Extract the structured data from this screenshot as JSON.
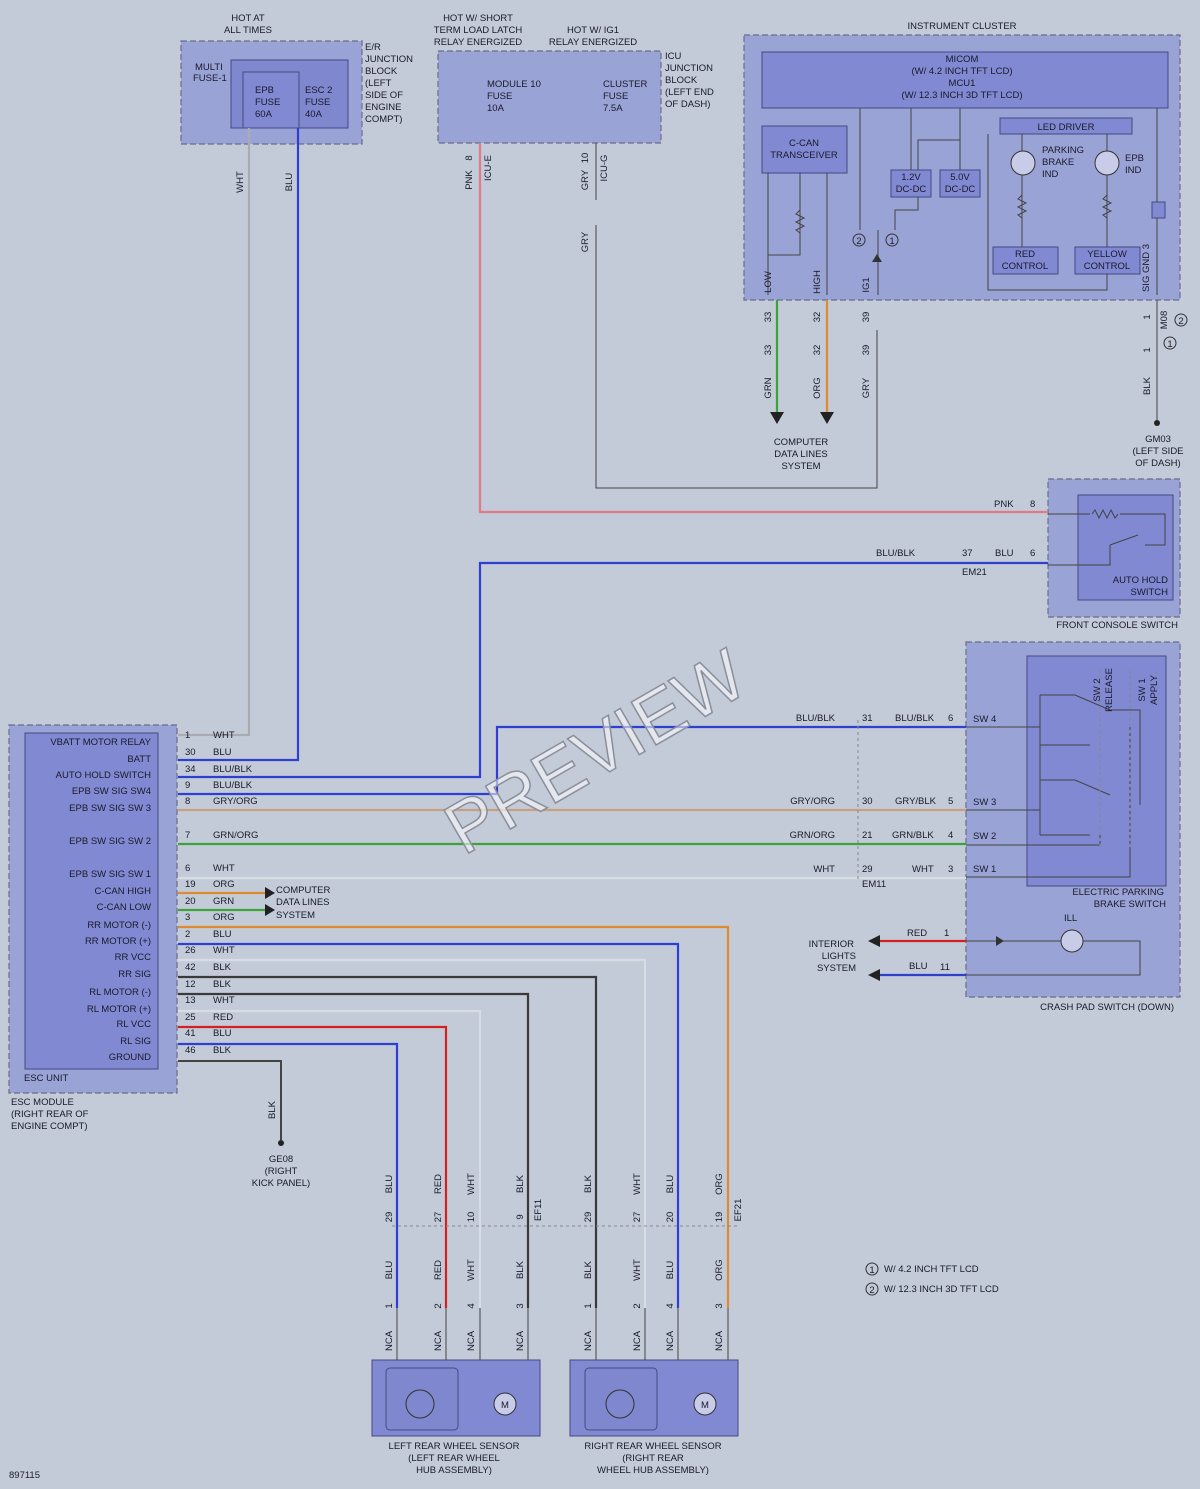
{
  "colors": {
    "background": "#c3cbd8",
    "blue": "#2f3fd0",
    "pink": "#e07a88",
    "gray": "#a8acb0",
    "green": "#3aa33a",
    "orange": "#e08a30",
    "red": "#d42020",
    "black": "#3a3a3a",
    "white": "#d8dde4"
  },
  "header": {
    "hot_at_all_times": [
      "HOT AT",
      "ALL TIMES"
    ],
    "hot_short_term": [
      "HOT W/ SHORT",
      "TERM LOAD LATCH",
      "RELAY ENERGIZED"
    ],
    "hot_ig1": [
      "HOT W/ IG1",
      "RELAY ENERGIZED"
    ]
  },
  "er_block": {
    "label": [
      "E/R",
      "JUNCTION",
      "BLOCK",
      "(LEFT",
      "SIDE OF",
      "ENGINE",
      "COMPT)"
    ],
    "multi_fuse": [
      "MULTI",
      "FUSE-1"
    ],
    "epb_fuse": [
      "EPB",
      "FUSE",
      "60A"
    ],
    "esc2_fuse": [
      "ESC 2",
      "FUSE",
      "40A"
    ],
    "wire_wht": "WHT",
    "wire_blu": "BLU"
  },
  "icu_block": {
    "label": [
      "ICU",
      "JUNCTION",
      "BLOCK",
      "(LEFT END",
      "OF DASH)"
    ],
    "module10": [
      "MODULE 10",
      "FUSE",
      "10A"
    ],
    "cluster": [
      "CLUSTER",
      "FUSE",
      "7.5A"
    ],
    "pnk": "PNK",
    "pin8": "8",
    "icue": "ICU-E",
    "gry": "GRY",
    "pin10": "10",
    "icug": "ICU-G",
    "gry2": "GRY"
  },
  "cluster": {
    "title": "INSTRUMENT CLUSTER",
    "micom": [
      "MICOM",
      "(W/ 4.2 INCH TFT LCD)",
      "MCU1",
      "(W/ 12.3 INCH 3D TFT LCD)"
    ],
    "transceiver": [
      "C-CAN",
      "TRANSCEIVER"
    ],
    "dc12": [
      "1.2V",
      "DC-DC"
    ],
    "dc50": [
      "5.0V",
      "DC-DC"
    ],
    "led_driver": "LED DRIVER",
    "parking_ind": [
      "PARKING",
      "BRAKE",
      "IND"
    ],
    "epb_ind": [
      "EPB",
      "IND"
    ],
    "red_control": [
      "RED",
      "CONTROL"
    ],
    "yellow_control": [
      "YELLOW",
      "CONTROL"
    ],
    "low": "LOW",
    "high": "HIGH",
    "ig1": "IG1",
    "sig_gnd": "SIG GND 3",
    "circ1": "1",
    "circ2": "2",
    "pin33": "33",
    "pin32": "32",
    "pin39": "39",
    "pin1": "1",
    "m08": "M08",
    "grn": "GRN",
    "org": "ORG",
    "gry": "GRY",
    "blk": "BLK",
    "computer": [
      "COMPUTER",
      "DATA LINES",
      "SYSTEM"
    ],
    "gm03": [
      "GM03",
      "(LEFT SIDE",
      "OF DASH)"
    ]
  },
  "front_console": {
    "label": "FRONT CONSOLE SWITCH",
    "auto_hold": [
      "AUTO HOLD",
      "SWITCH"
    ],
    "pnk": "PNK",
    "pin8": "8",
    "blublk": "BLU/BLK",
    "pin37": "37",
    "blu": "BLU",
    "pin6": "6",
    "em21": "EM21"
  },
  "epb_switch": {
    "label": [
      "ELECTRIC PARKING",
      "BRAKE SWITCH"
    ],
    "sw2": [
      "SW 2",
      "RELEASE"
    ],
    "sw1apply": [
      "SW 1",
      "APPLY"
    ],
    "sw4": "SW 4",
    "sw3": "SW 3",
    "sw2pin": "SW 2",
    "sw1": "SW 1",
    "rows": [
      {
        "left": "BLU/BLK",
        "pin": "31",
        "right": "BLU/BLK",
        "tp": "6"
      },
      {
        "left": "GRY/ORG",
        "pin": "30",
        "right": "GRY/BLK",
        "tp": "5"
      },
      {
        "left": "GRN/ORG",
        "pin": "21",
        "right": "GRN/BLK",
        "tp": "4"
      },
      {
        "left": "WHT",
        "pin": "29",
        "right": "WHT",
        "tp": "3"
      }
    ],
    "em11": "EM11"
  },
  "crash_pad": {
    "label": "CRASH PAD SWITCH (DOWN)",
    "ill": "ILL",
    "interior": [
      "INTERIOR",
      "LIGHTS",
      "SYSTEM"
    ],
    "red": "RED",
    "pin1": "1",
    "blu": "BLU",
    "pin11": "11"
  },
  "esc_unit": {
    "label": "ESC UNIT",
    "module": [
      "ESC MODULE",
      "(RIGHT REAR OF",
      "ENGINE COMPT)"
    ],
    "signals": [
      "VBATT MOTOR RELAY",
      "BATT",
      "AUTO HOLD SWITCH",
      "EPB SW SIG SW4",
      "EPB SW SIG SW 3",
      "EPB SW SIG SW 2",
      "EPB SW SIG SW 1",
      "C-CAN HIGH",
      "C-CAN LOW",
      "RR MOTOR (-)",
      "RR MOTOR (+)",
      "RR VCC",
      "RR SIG",
      "RL MOTOR (-)",
      "RL MOTOR (+)",
      "RL VCC",
      "RL SIG",
      "GROUND"
    ],
    "pins": [
      {
        "pin": "1",
        "color": "WHT"
      },
      {
        "pin": "30",
        "color": "BLU"
      },
      {
        "pin": "34",
        "color": "BLU/BLK"
      },
      {
        "pin": "9",
        "color": "BLU/BLK"
      },
      {
        "pin": "8",
        "color": "GRY/ORG"
      },
      {
        "pin": "7",
        "color": "GRN/ORG"
      },
      {
        "pin": "6",
        "color": "WHT"
      },
      {
        "pin": "19",
        "color": "ORG"
      },
      {
        "pin": "20",
        "color": "GRN"
      },
      {
        "pin": "3",
        "color": "ORG"
      },
      {
        "pin": "2",
        "color": "BLU"
      },
      {
        "pin": "26",
        "color": "WHT"
      },
      {
        "pin": "42",
        "color": "BLK"
      },
      {
        "pin": "12",
        "color": "BLK"
      },
      {
        "pin": "13",
        "color": "WHT"
      },
      {
        "pin": "25",
        "color": "RED"
      },
      {
        "pin": "41",
        "color": "BLU"
      },
      {
        "pin": "46",
        "color": "BLK"
      }
    ],
    "computer": [
      "COMPUTER",
      "DATA LINES",
      "SYSTEM"
    ],
    "blk": "BLK",
    "ge08": [
      "GE08",
      "(RIGHT",
      "KICK PANEL)"
    ]
  },
  "sensors": {
    "left": {
      "label": [
        "LEFT REAR WHEEL SENSOR",
        "(LEFT REAR WHEEL",
        "HUB ASSEMBLY)"
      ],
      "upper": [
        {
          "color": "BLU",
          "pin": "29"
        },
        {
          "color": "RED",
          "pin": "27"
        },
        {
          "color": "WHT",
          "pin": "10"
        },
        {
          "color": "BLK",
          "pin": "9"
        }
      ],
      "lower": [
        {
          "color": "BLU",
          "pin": "1"
        },
        {
          "color": "RED",
          "pin": "2"
        },
        {
          "color": "WHT",
          "pin": "4"
        },
        {
          "color": "BLK",
          "pin": "3"
        }
      ],
      "conn": "EF11"
    },
    "right": {
      "label": [
        "RIGHT REAR WHEEL SENSOR",
        "(RIGHT REAR",
        "WHEEL HUB ASSEMBLY)"
      ],
      "upper": [
        {
          "color": "BLK",
          "pin": "29"
        },
        {
          "color": "WHT",
          "pin": "27"
        },
        {
          "color": "BLU",
          "pin": "20"
        },
        {
          "color": "ORG",
          "pin": "19"
        }
      ],
      "lower": [
        {
          "color": "BLK",
          "pin": "1"
        },
        {
          "color": "WHT",
          "pin": "2"
        },
        {
          "color": "BLU",
          "pin": "4"
        },
        {
          "color": "ORG",
          "pin": "3"
        }
      ],
      "conn": "EF21"
    },
    "nca": "NCA",
    "motor": "M"
  },
  "legend": {
    "n1": "1",
    "n2": "2",
    "l1": "W/ 4.2 INCH TFT LCD",
    "l2": "W/ 12.3 INCH 3D TFT LCD"
  },
  "figure_id": "897115",
  "watermark": "PREVIEW"
}
